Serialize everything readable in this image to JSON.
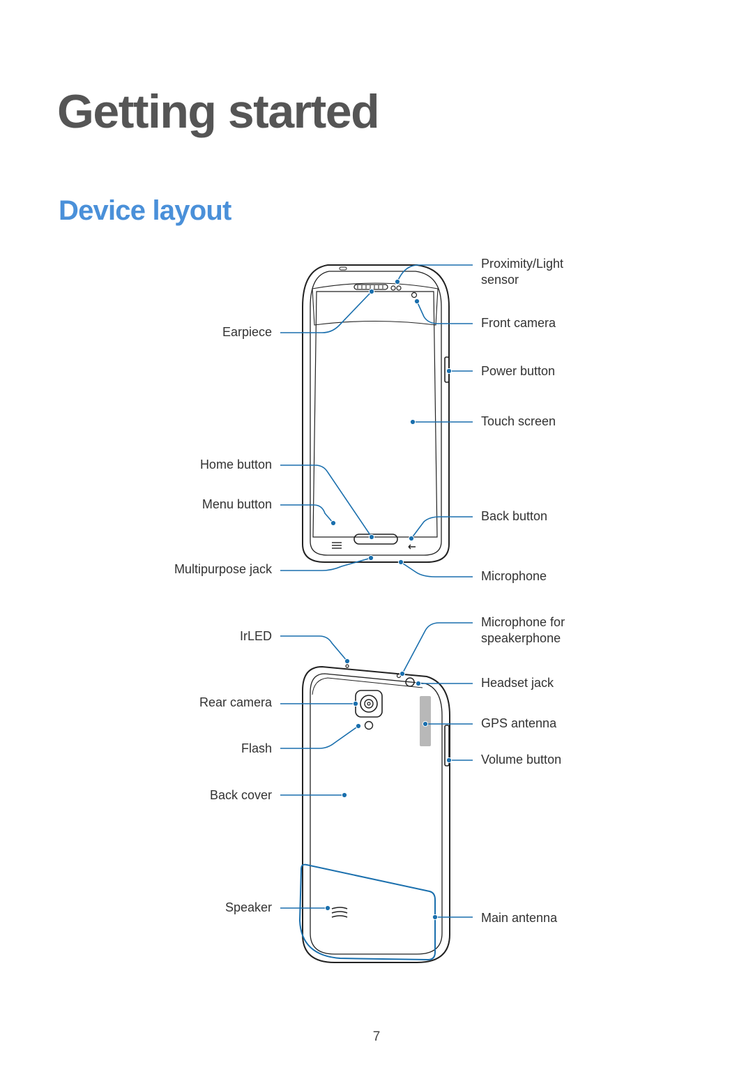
{
  "header": {
    "title": "Getting started",
    "section": "Device layout"
  },
  "colors": {
    "title": "#555555",
    "section": "#4a90d9",
    "callout": "#1a6fad",
    "outline": "#222222"
  },
  "front_view": {
    "labels": {
      "proximity_sensor": "Proximity/Light\nsensor",
      "earpiece": "Earpiece",
      "front_camera": "Front camera",
      "power_button": "Power button",
      "touch_screen": "Touch screen",
      "home_button": "Home button",
      "menu_button": "Menu button",
      "back_button": "Back button",
      "multipurpose_jack": "Multipurpose jack",
      "microphone": "Microphone"
    }
  },
  "back_view": {
    "labels": {
      "irled": "IrLED",
      "mic_speakerphone": "Microphone for\nspeakerphone",
      "headset_jack": "Headset jack",
      "rear_camera": "Rear camera",
      "gps_antenna": "GPS antenna",
      "flash": "Flash",
      "volume_button": "Volume button",
      "back_cover": "Back cover",
      "speaker": "Speaker",
      "main_antenna": "Main antenna"
    }
  },
  "footer": {
    "page_number": "7"
  }
}
